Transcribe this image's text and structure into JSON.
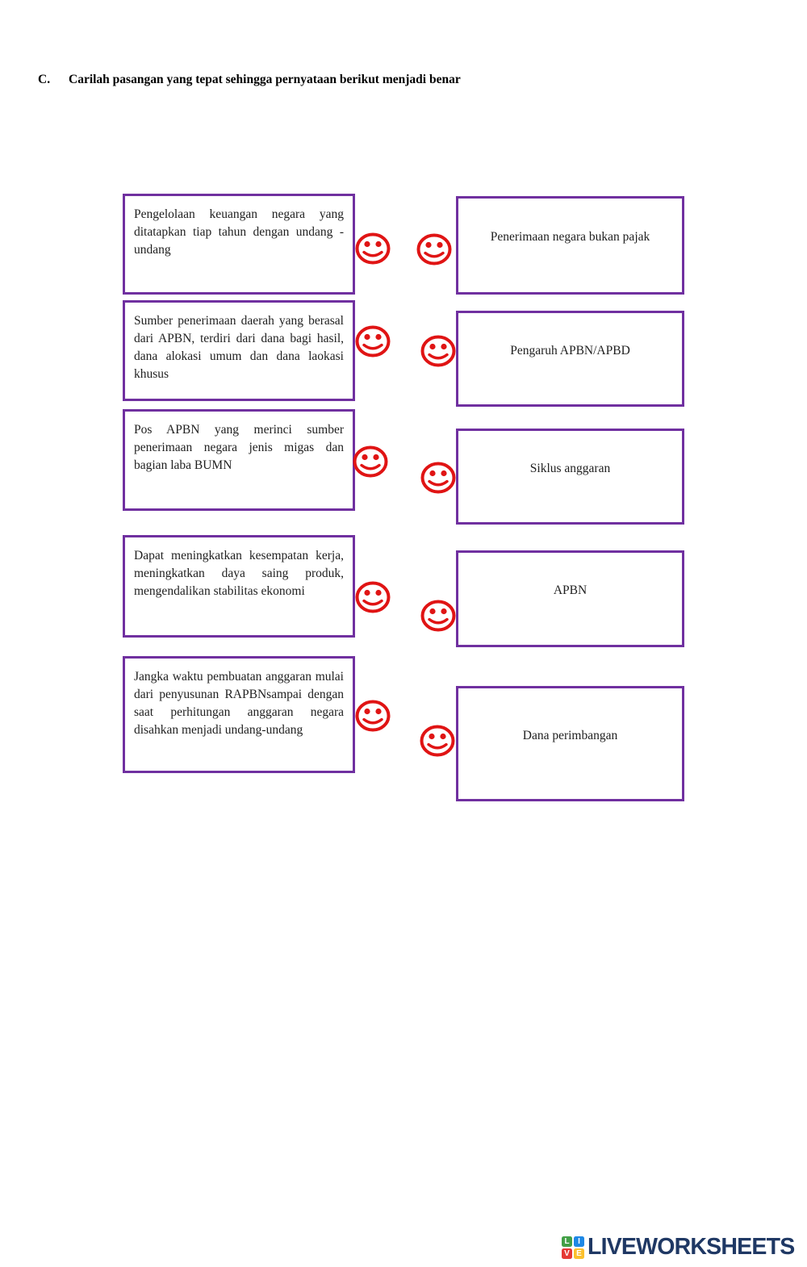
{
  "page": {
    "section_label": "C.",
    "title": "Carilah pasangan yang tepat sehingga pernyataan berikut menjadi benar"
  },
  "matching": {
    "join_icon": "smiley-face",
    "left_items": [
      "Pengelolaan keuangan negara yang ditatapkan tiap tahun dengan undang - undang",
      "Sumber penerimaan daerah yang berasal dari APBN, terdiri dari dana bagi hasil, dana alokasi umum dan dana laokasi khusus",
      "Pos APBN yang merinci sumber penerimaan negara jenis migas dan bagian laba BUMN",
      "Dapat meningkatkan kesempatan kerja, meningkatkan daya saing produk, mengendalikan stabilitas ekonomi",
      "Jangka waktu pembuatan anggaran mulai dari penyusunan RAPBNsampai dengan saat perhitungan anggaran negara disahkan menjadi undang-undang"
    ],
    "right_items": [
      "Penerimaan negara bukan pajak",
      "Pengaruh APBN/APBD",
      "Siklus anggaran",
      "APBN",
      "Dana perimbangan"
    ]
  },
  "colors": {
    "box_border": "#7030a0",
    "smiley_red": "#e01414",
    "text": "#1f1f1f",
    "logo_text": "#1f3864"
  },
  "footer": {
    "brand": "LIVEWORKSHEETS",
    "tiles": [
      {
        "letter": "L",
        "color": "#43a047"
      },
      {
        "letter": "I",
        "color": "#1e88e5"
      },
      {
        "letter": "V",
        "color": "#e53935"
      },
      {
        "letter": "E",
        "color": "#fbc02d"
      }
    ]
  }
}
